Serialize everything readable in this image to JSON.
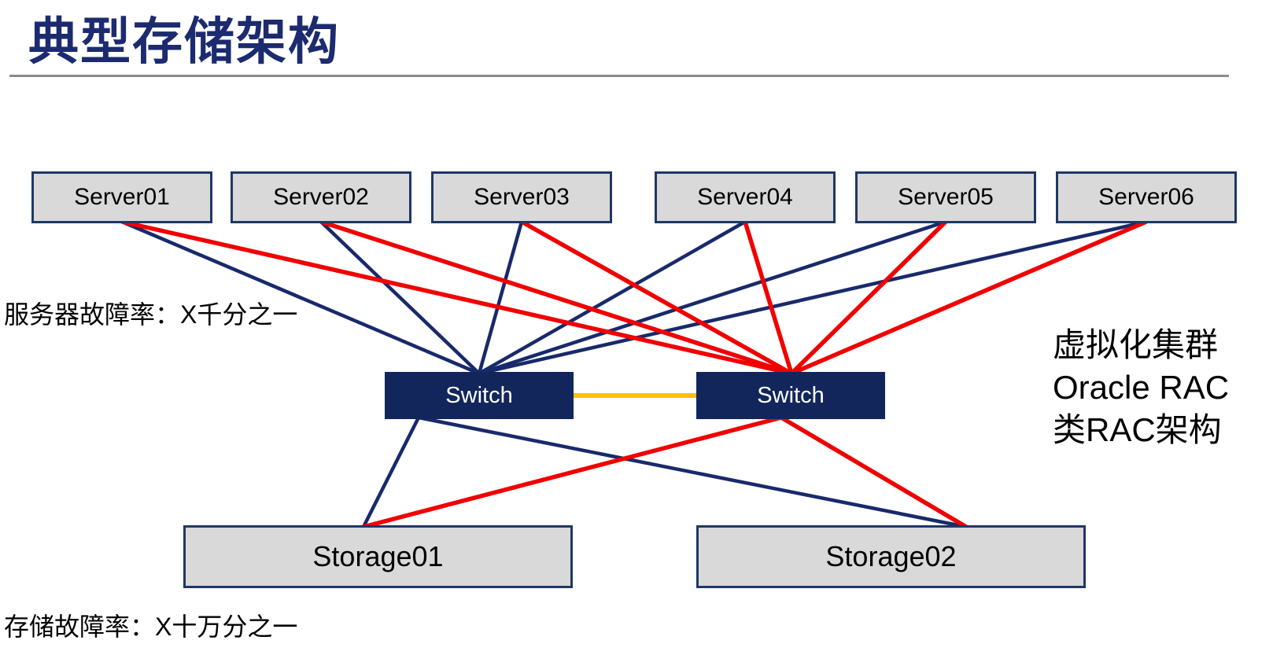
{
  "title": {
    "text": "典型存储架构"
  },
  "annotations": {
    "server_failure_rate": "服务器故障率：X千分之一",
    "storage_failure_rate": "存储故障率：X十万分之一",
    "right_note_lines": [
      "虚拟化集群",
      "Oracle RAC",
      "类RAC架构"
    ]
  },
  "nodes": {
    "servers": [
      {
        "id": "server01",
        "label": "Server01"
      },
      {
        "id": "server02",
        "label": "Server02"
      },
      {
        "id": "server03",
        "label": "Server03"
      },
      {
        "id": "server04",
        "label": "Server04"
      },
      {
        "id": "server05",
        "label": "Server05"
      },
      {
        "id": "server06",
        "label": "Server06"
      }
    ],
    "switches": [
      {
        "id": "switch-left",
        "label": "Switch"
      },
      {
        "id": "switch-right",
        "label": "Switch"
      }
    ],
    "storages": [
      {
        "id": "storage01",
        "label": "Storage01"
      },
      {
        "id": "storage02",
        "label": "Storage02"
      }
    ]
  },
  "colors": {
    "navy": "#182A6B",
    "red": "#F10000",
    "gold": "#FFC000",
    "box_fill": "#D9D9D9",
    "box_border": "#1F3864",
    "switch_fill": "#12265C",
    "title": "#1C2B6F",
    "divider": "#8C8C8C"
  },
  "edges": [
    {
      "from": "server01",
      "to": "switch-left",
      "color": "navy"
    },
    {
      "from": "server02",
      "to": "switch-left",
      "color": "navy"
    },
    {
      "from": "server03",
      "to": "switch-left",
      "color": "navy"
    },
    {
      "from": "server04",
      "to": "switch-left",
      "color": "navy"
    },
    {
      "from": "server05",
      "to": "switch-left",
      "color": "navy"
    },
    {
      "from": "server06",
      "to": "switch-left",
      "color": "navy"
    },
    {
      "from": "switch-left",
      "to": "storage01",
      "color": "navy"
    },
    {
      "from": "switch-left",
      "to": "storage02",
      "color": "navy"
    },
    {
      "from": "switch-left",
      "to": "switch-right",
      "color": "gold"
    },
    {
      "from": "server01",
      "to": "switch-right",
      "color": "red"
    },
    {
      "from": "server02",
      "to": "switch-right",
      "color": "red"
    },
    {
      "from": "server03",
      "to": "switch-right",
      "color": "red"
    },
    {
      "from": "server04",
      "to": "switch-right",
      "color": "red"
    },
    {
      "from": "server05",
      "to": "switch-right",
      "color": "red"
    },
    {
      "from": "server06",
      "to": "switch-right",
      "color": "red"
    },
    {
      "from": "switch-right",
      "to": "storage01",
      "color": "red"
    },
    {
      "from": "switch-right",
      "to": "storage02",
      "color": "red"
    }
  ]
}
